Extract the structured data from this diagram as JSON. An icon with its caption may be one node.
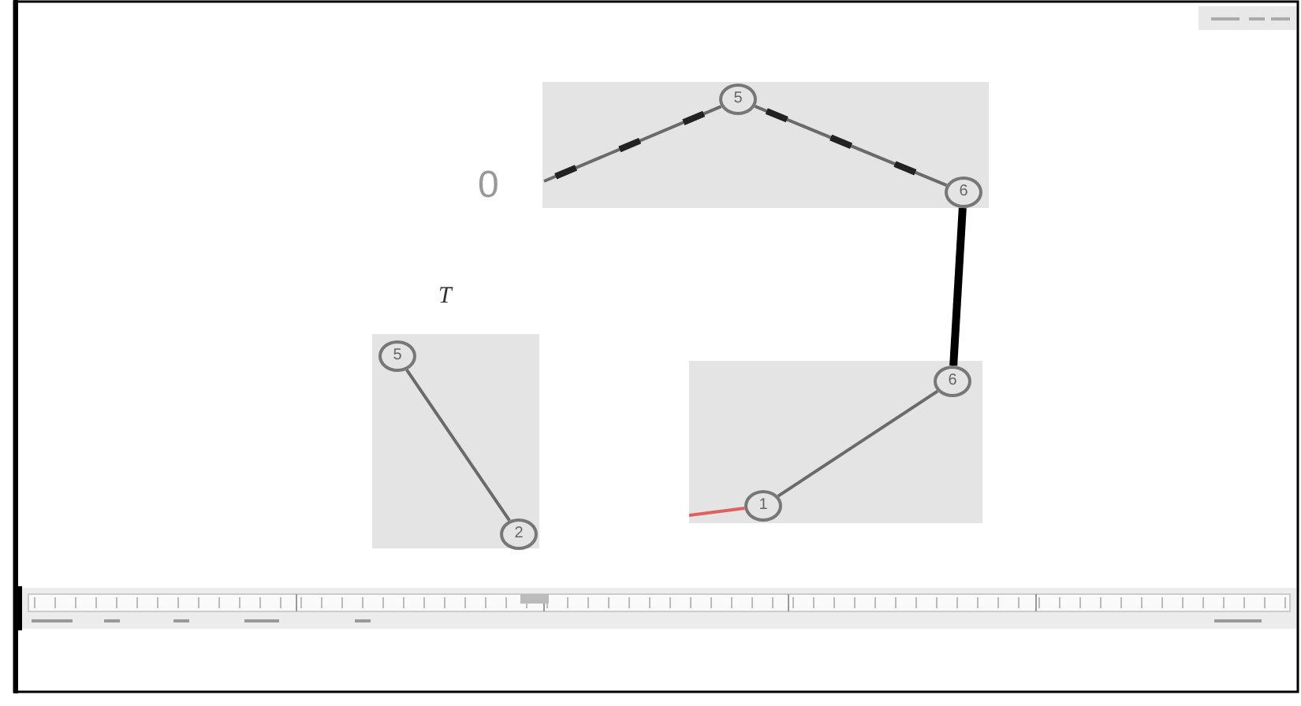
{
  "diagram": {
    "nodes": [
      {
        "text": [],
        "shape": "box"
      },
      {
        "text": [
          "5"
        ],
        "in": 0
      },
      {
        "text": [
          "6"
        ],
        "in": 0
      },
      {
        "text": [],
        "shape": "box"
      },
      {
        "text": [
          "5"
        ],
        "in": 3
      },
      {
        "text": [
          "2"
        ],
        "in": 3
      },
      {
        "text": [],
        "shape": "box"
      },
      {
        "text": [
          "6"
        ],
        "in": 6
      },
      {
        "text": [
          "1"
        ],
        "in": 6
      }
    ],
    "edges": [
      {
        "from": null,
        "to": 1,
        "arrow": "none"
      },
      {
        "from": 1,
        "to": 2,
        "arrow": "none"
      },
      {
        "from": 2,
        "to": 7,
        "arrow": "none",
        "style": "thick",
        "color": "#000000"
      },
      {
        "from": 4,
        "to": 5,
        "arrow": "none"
      },
      {
        "from": 7,
        "to": 8,
        "arrow": "none"
      },
      {
        "from": null,
        "to": 8,
        "arrow": "none",
        "color": "#e06060"
      }
    ],
    "labels": [
      "0",
      "T"
    ]
  }
}
